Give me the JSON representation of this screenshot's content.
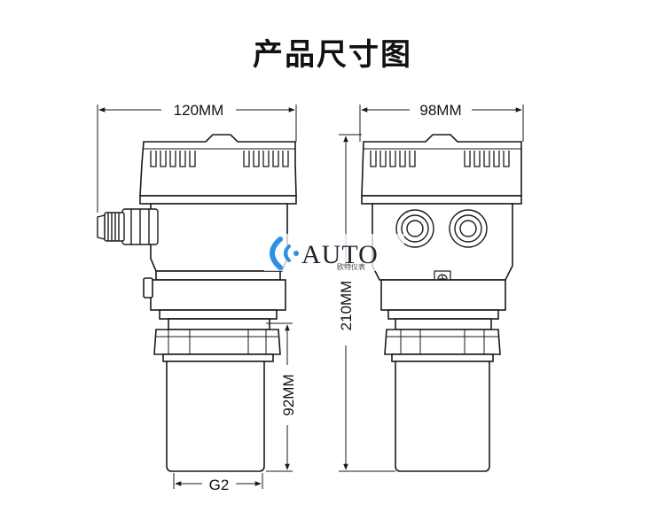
{
  "title": "产品尺寸图",
  "dimensions": {
    "side_width": "120MM",
    "front_width": "98MM",
    "total_height": "210MM",
    "probe_height": "92MM",
    "thread": "G2"
  },
  "logo": {
    "name": "AUTO",
    "subtitle": "欧特仪表"
  },
  "colors": {
    "line": "#1a1a1a",
    "logo_blue": "#2f8fe6"
  }
}
